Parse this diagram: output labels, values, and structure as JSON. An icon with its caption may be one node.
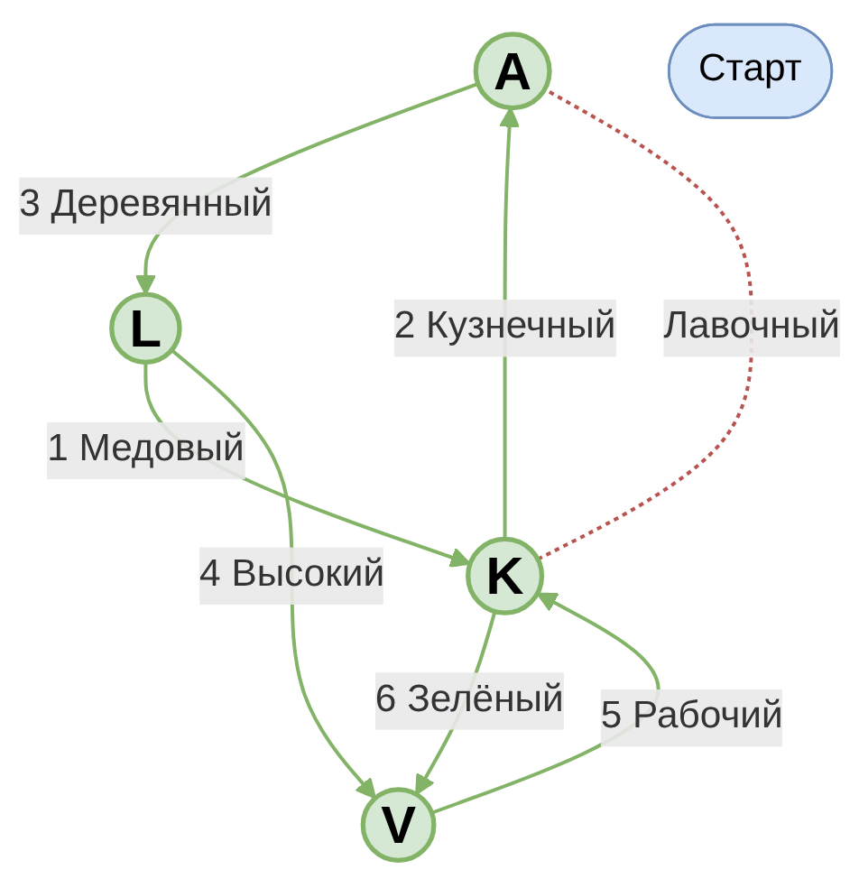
{
  "diagram": {
    "nodes": [
      {
        "text": [
          "A"
        ]
      },
      {
        "text": [
          "K"
        ]
      },
      {
        "text": [
          "L"
        ]
      },
      {
        "text": [
          "V"
        ]
      },
      {
        "text": [
          "Старт"
        ]
      }
    ],
    "edges": [
      {
        "from": 0,
        "to": 2,
        "arrow": "to",
        "label": "3 Деревянный"
      },
      {
        "from": 2,
        "to": 1,
        "arrow": "to",
        "label": "1 Медовый"
      },
      {
        "from": 1,
        "to": 0,
        "arrow": "to",
        "label": "2 Кузнечный"
      },
      {
        "from": 1,
        "to": 3,
        "arrow": "to",
        "label": "6 Зелёный"
      },
      {
        "from": 3,
        "to": 1,
        "arrow": "to",
        "label": "5 Рабочий"
      },
      {
        "from": 2,
        "to": 3,
        "arrow": "to",
        "label": "4 Высокий"
      },
      {
        "from": 1,
        "to": 0,
        "arrow": "none",
        "label": "Лавочный",
        "style": "dashed",
        "color": "#b85450"
      }
    ]
  }
}
